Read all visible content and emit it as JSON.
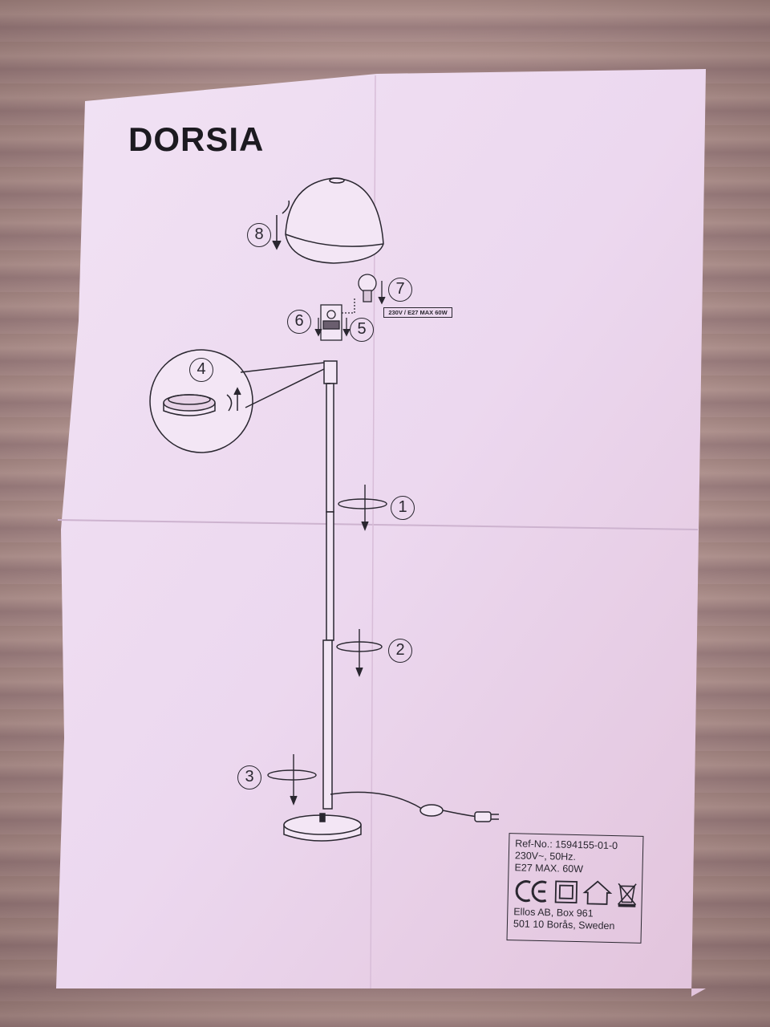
{
  "title": "DORSIA",
  "steps": [
    "1",
    "2",
    "3",
    "4",
    "5",
    "6",
    "7",
    "8"
  ],
  "bulb_spec": "230V / E27 MAX 60W",
  "info": {
    "ref": "Ref-No.: 1594155-01-0",
    "voltage": "230V~, 50Hz.",
    "bulb": "E27 MAX. 60W",
    "company": "Ellos AB, Box 961",
    "address": "501 10 Borås, Sweden"
  },
  "icons": [
    "ce-mark-icon",
    "double-insulation-icon",
    "indoor-use-icon",
    "weee-bin-icon"
  ],
  "colors": {
    "paper": "#efdcf2",
    "ink": "#2a2730"
  }
}
